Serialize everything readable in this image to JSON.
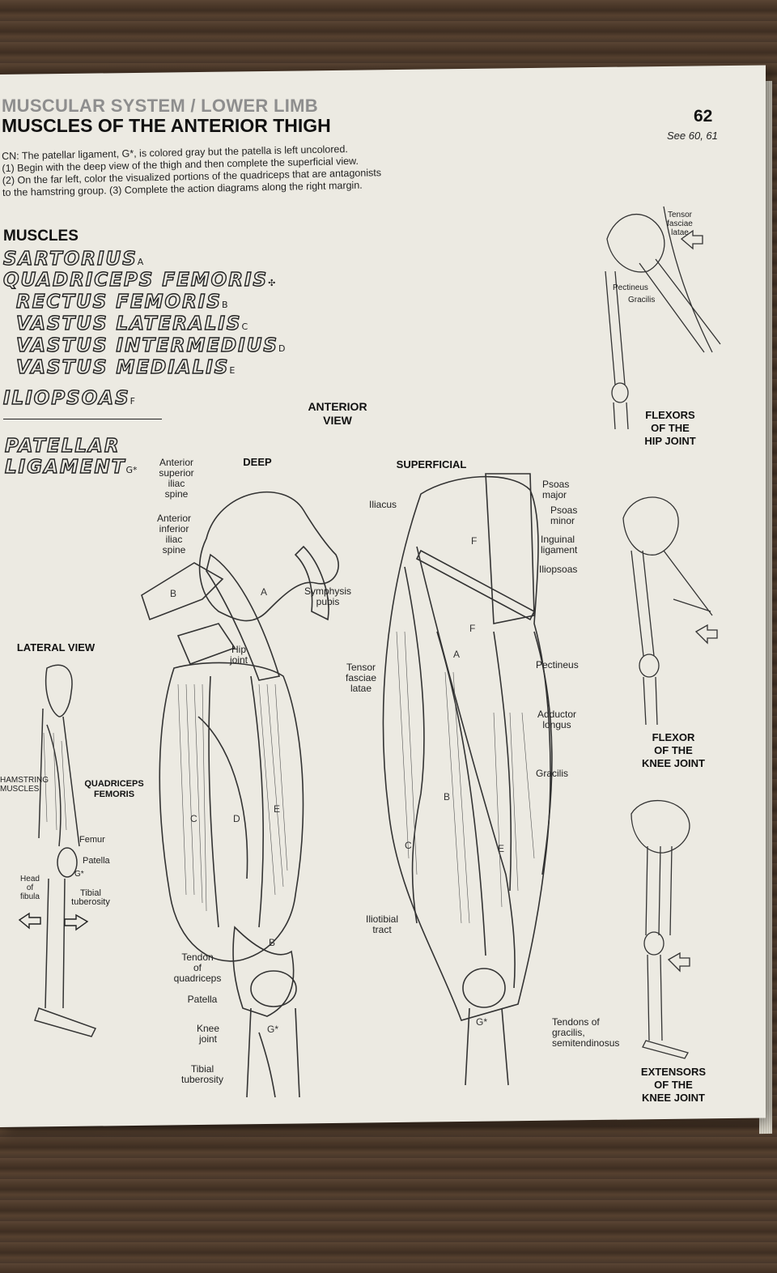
{
  "header": {
    "section": "MUSCULAR SYSTEM / LOWER LIMB",
    "title": "MUSCLES OF THE ANTERIOR THIGH",
    "page_number": "62",
    "see_also": "See 60, 61"
  },
  "instructions": [
    "CN: The patellar ligament, G*, is colored gray but the patella is left uncolored.",
    "(1) Begin with the deep view of the thigh and then complete the superficial view.",
    "(2) On the far left, color the visualized portions of the quadriceps that are antagonists",
    "to the hamstring group. (3) Complete the action diagrams along the right margin."
  ],
  "muscles_heading": "MUSCLES",
  "muscle_list": [
    {
      "name": "SARTORIUS",
      "sub": "A"
    },
    {
      "name": "QUADRICEPS FEMORIS",
      "sub": "✣"
    },
    {
      "name": "RECTUS FEMORIS",
      "sub": "B"
    },
    {
      "name": "VASTUS LATERALIS",
      "sub": "C"
    },
    {
      "name": "VASTUS INTERMEDIUS",
      "sub": "D"
    },
    {
      "name": "VASTUS MEDIALIS",
      "sub": "E"
    },
    {
      "name": "ILIOPSOAS",
      "sub": "F"
    }
  ],
  "patellar": {
    "line1": "PATELLAR",
    "line2": "LIGAMENT",
    "sub": "G*"
  },
  "views": {
    "anterior": "ANTERIOR\nVIEW",
    "deep": "DEEP",
    "superficial": "SUPERFICIAL",
    "lateral": "LATERAL VIEW"
  },
  "deep_labels": {
    "asis": "Anterior\nsuperior\niliac\nspine",
    "aiis": "Anterior\ninferior\niliac\nspine",
    "symphysis": "Symphysis\npubis",
    "hip_joint": "Hip\njoint",
    "tendon": "Tendon\nof\nquadriceps",
    "patella": "Patella",
    "knee_joint": "Knee\njoint",
    "tibial": "Tibial\ntuberosity"
  },
  "superficial_labels": {
    "iliacus": "Iliacus",
    "psoas_major": "Psoas\nmajor",
    "psoas_minor": "Psoas\nminor",
    "inguinal": "Inguinal\nligament",
    "iliopsoas": "Iliopsoas",
    "tensor": "Tensor\nfasciae\nlatae",
    "pectineus": "Pectineus",
    "adductor": "Adductor\nlongus",
    "gracilis": "Gracilis",
    "iliotibial": "Iliotibial\ntract",
    "tendons": "Tendons of\ngracilis,\nsemitendinosus"
  },
  "lateral_labels": {
    "hamstring": "HAMSTRING\nMUSCLES",
    "quadriceps": "QUADRICEPS\nFEMORIS",
    "femur": "Femur",
    "patella": "Patella",
    "g": "G*",
    "head_fibula": "Head\nof\nfibula",
    "tibial": "Tibial\ntuberosity"
  },
  "action_diagrams": {
    "hip_flexors": "FLEXORS\nOF THE\nHIP JOINT",
    "knee_flexor": "FLEXOR\nOF THE\nKNEE JOINT",
    "knee_extensors": "EXTENSORS\nOF THE\nKNEE JOINT",
    "tensor": "Tensor\nfasciae\nlatae",
    "pectineus": "Pectineus",
    "gracilis": "Gracilis"
  }
}
